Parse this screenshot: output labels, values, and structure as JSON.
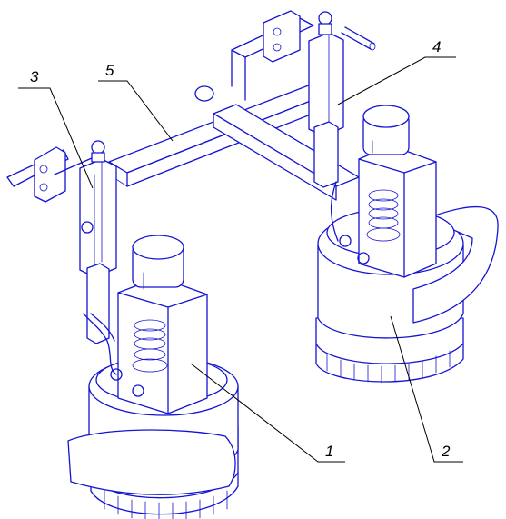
{
  "callouts": {
    "c1": "1",
    "c2": "2",
    "c3": "3",
    "c4": "4",
    "c5": "5"
  },
  "colors": {
    "line": "#1414d2",
    "callout": "#000000",
    "background": "#ffffff"
  }
}
